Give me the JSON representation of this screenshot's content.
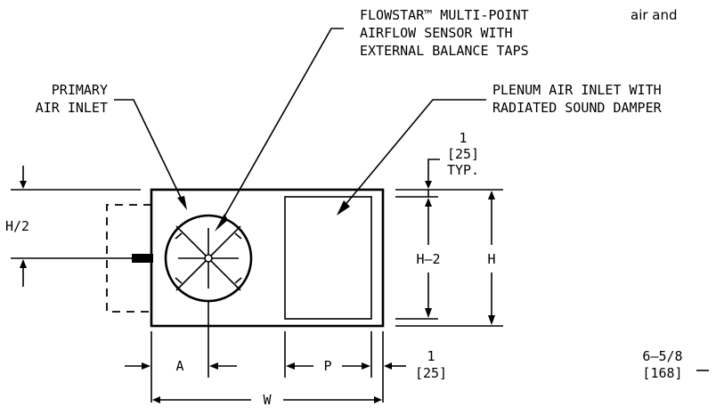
{
  "callouts": {
    "sensor": [
      "FLOWSTAR™ MULTI-POINT",
      "AIRFLOW SENSOR WITH",
      "EXTERNAL BALANCE TAPS"
    ],
    "primary_inlet": [
      "PRIMARY",
      "AIR INLET"
    ],
    "plenum_inlet": [
      "PLENUM AIR INLET WITH",
      "RADIATED SOUND DAMPER"
    ],
    "corner_note": "air and"
  },
  "dimensions": {
    "top_offset": [
      "1",
      "[25]",
      "TYP."
    ],
    "half_height": "H/2",
    "inner_height": "H–2",
    "height": "H",
    "a": "A",
    "p": "P",
    "width": "W",
    "side_offset": [
      "1",
      "[25]"
    ],
    "right_note": [
      "6–5/8",
      "[168]"
    ]
  }
}
